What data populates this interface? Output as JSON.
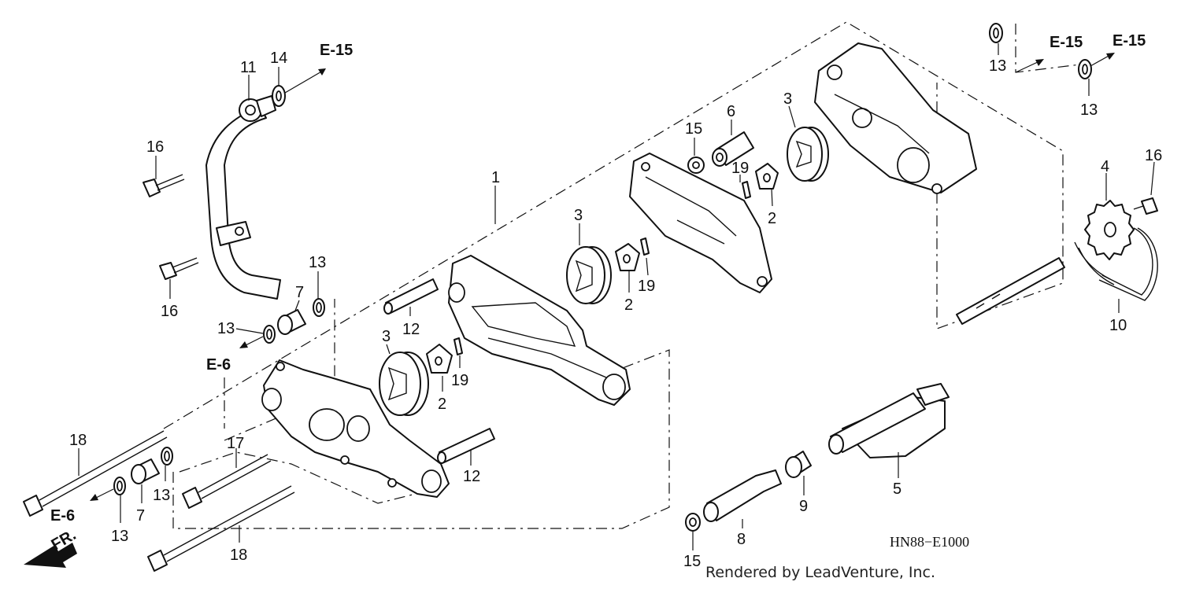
{
  "diagram": {
    "code": "HN88−E1000",
    "credit": "Rendered by LeadVenture, Inc.",
    "front_label": "FR.",
    "callouts": [
      {
        "id": "c11",
        "text": "11"
      },
      {
        "id": "c14",
        "text": "14"
      },
      {
        "id": "c16a",
        "text": "16"
      },
      {
        "id": "c16b",
        "text": "16"
      },
      {
        "id": "c13a",
        "text": "13"
      },
      {
        "id": "c7a",
        "text": "7"
      },
      {
        "id": "c13b",
        "text": "13"
      },
      {
        "id": "c1",
        "text": "1"
      },
      {
        "id": "c12a",
        "text": "12"
      },
      {
        "id": "c3a",
        "text": "3"
      },
      {
        "id": "c19a",
        "text": "19"
      },
      {
        "id": "c2a",
        "text": "2"
      },
      {
        "id": "c3b",
        "text": "3"
      },
      {
        "id": "c2b",
        "text": "2"
      },
      {
        "id": "c19b",
        "text": "19"
      },
      {
        "id": "c15a",
        "text": "15"
      },
      {
        "id": "c6",
        "text": "6"
      },
      {
        "id": "c19c",
        "text": "19"
      },
      {
        "id": "c3c",
        "text": "3"
      },
      {
        "id": "c2c",
        "text": "2"
      },
      {
        "id": "c13c",
        "text": "13"
      },
      {
        "id": "c13d",
        "text": "13"
      },
      {
        "id": "c4",
        "text": "4"
      },
      {
        "id": "c16c",
        "text": "16"
      },
      {
        "id": "c10",
        "text": "10"
      },
      {
        "id": "c18a",
        "text": "18"
      },
      {
        "id": "c17",
        "text": "17"
      },
      {
        "id": "c13e",
        "text": "13"
      },
      {
        "id": "c7b",
        "text": "7"
      },
      {
        "id": "c13f",
        "text": "13"
      },
      {
        "id": "c18b",
        "text": "18"
      },
      {
        "id": "c12b",
        "text": "12"
      },
      {
        "id": "c15b",
        "text": "15"
      },
      {
        "id": "c8",
        "text": "8"
      },
      {
        "id": "c9",
        "text": "9"
      },
      {
        "id": "c5",
        "text": "5"
      }
    ],
    "references": [
      {
        "id": "r1",
        "text": "E-15"
      },
      {
        "id": "r2",
        "text": "E-15"
      },
      {
        "id": "r3",
        "text": "E-15"
      },
      {
        "id": "r4",
        "text": "E-6"
      },
      {
        "id": "r5",
        "text": "E-6"
      }
    ]
  }
}
